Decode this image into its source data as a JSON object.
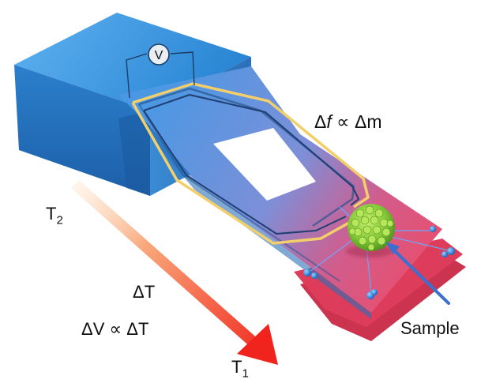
{
  "labels": {
    "voltmeter": "V",
    "delta_f": "Δf ∝ Δm",
    "delta_f_parts": {
      "delta": "Δ",
      "f": "f",
      "rest": " ∝ Δm"
    },
    "t2": {
      "base": "T",
      "sub": "2"
    },
    "delta_t": "ΔT",
    "delta_v": "ΔV ∝ ΔT",
    "t1": {
      "base": "T",
      "sub": "1"
    },
    "sample": "Sample"
  },
  "colors": {
    "base_block": "#2f86d3",
    "cantilever_blue": "#4a8fdc",
    "cantilever_pink": "#ec4e6e",
    "gold_trace": "#f2cf6a",
    "sample_green": "#7cc13a",
    "gradient_arrow_start": "#fde2c6",
    "gradient_arrow_end": "#f22b20",
    "sample_arrow": "#3b6fd0",
    "electrode_dot": "#1e7fe0"
  }
}
